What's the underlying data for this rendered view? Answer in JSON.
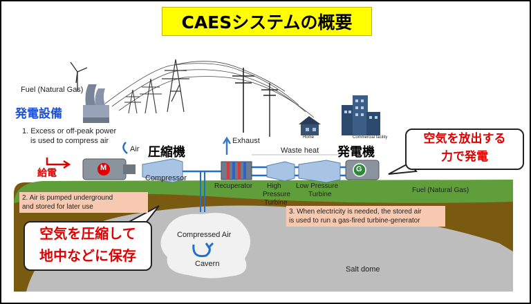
{
  "title": "CAESシステムの概要",
  "labels": {
    "fuel_left": "Fuel (Natural Gas)",
    "plant_jp": "発電設備",
    "step1_line1": "1. Excess or off-peak power",
    "step1_line2": "is used to compress air",
    "air": "Air",
    "compressor_jp": "圧縮機",
    "compressor": "Compressor",
    "supply_jp": "給電",
    "motor_letter": "M",
    "exhaust": "Exhaust",
    "waste_heat": "Waste heat",
    "generator_jp": "発電機",
    "generator_letter": "G",
    "home": "Home",
    "commercial": "Commercial facility",
    "recuperator": "Recuperator",
    "hp_turbine_1": "High",
    "hp_turbine_2": "Pressure",
    "hp_turbine_3": "Turbine",
    "lp_turbine_1": "Low Pressure",
    "lp_turbine_2": "Turbine",
    "fuel_right": "Fuel (Natural Gas)",
    "compressed_air": "Compressed Air",
    "cavern": "Cavern",
    "salt_dome": "Salt dome"
  },
  "notes": {
    "step2_line1": "2. Air is pumped underground",
    "step2_line2": "and stored for later use",
    "step3_line1": "3. When electricity is needed, the stored air",
    "step3_line2": "is used to run a gas-fired turbine-generator"
  },
  "callouts": {
    "right_line1": "空気を放出する",
    "right_line2": "力で発電",
    "left_line1": "空気を圧縮して",
    "left_line2": "地中などに保存"
  },
  "colors": {
    "title_bg": "#ffff00",
    "ground_green": "#5f9e3a",
    "soil_brown": "#7a5a10",
    "salt_gray": "#bdbdbd",
    "pipe_blue": "#1e6fd0",
    "accent_red": "#e00000",
    "plant_blue": "#1a4fd8"
  }
}
